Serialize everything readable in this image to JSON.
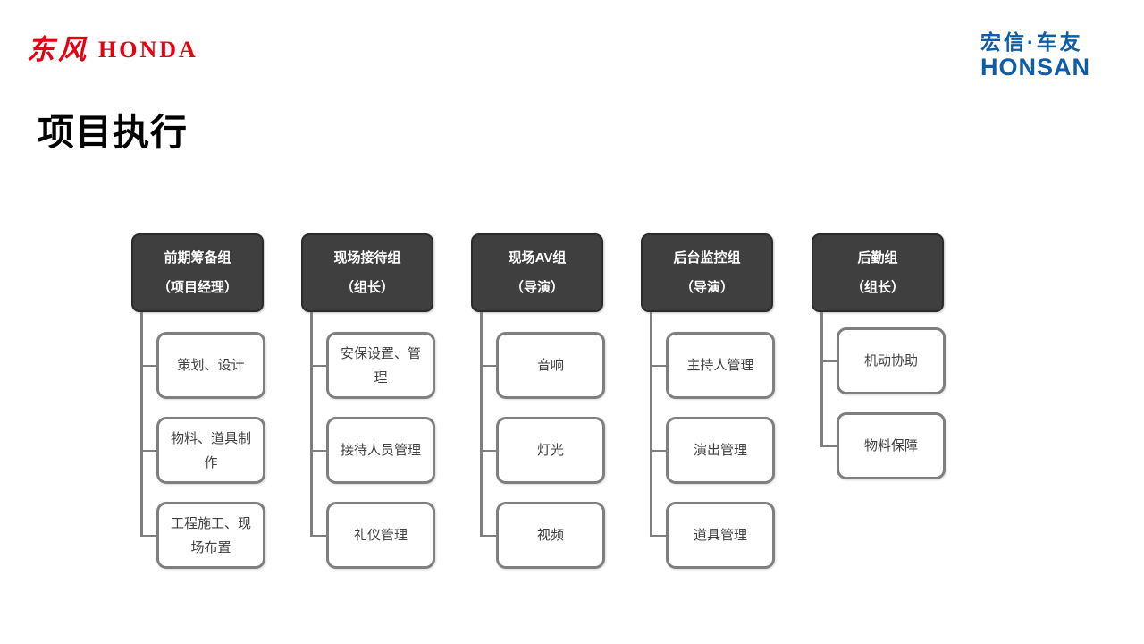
{
  "logos": {
    "dongfeng_honda": {
      "script": "东风",
      "brand": "HONDA",
      "color": "#e60012"
    },
    "honsan": {
      "chinese": "宏信·车友",
      "brand": "HONSAN",
      "color": "#0e5da9"
    }
  },
  "title": "项目执行",
  "org_chart": {
    "colors": {
      "header_bg": "#3f3f3f",
      "header_text": "#ffffff",
      "child_bg": "#ffffff",
      "child_border": "#7f7f7f",
      "child_text": "#404040",
      "connector": "#7f7f7f"
    },
    "columns": [
      {
        "header_line1": "前期筹备组",
        "header_line2": "（项目经理）",
        "children": [
          "策划、设计",
          "物料、道具制\n作",
          "工程施工、现\n场布置"
        ]
      },
      {
        "header_line1": "现场接待组",
        "header_line2": "（组长）",
        "children": [
          "安保设置、管\n理",
          "接待人员管理",
          "礼仪管理"
        ]
      },
      {
        "header_line1": "现场AV组",
        "header_line2": "（导演）",
        "children": [
          "音响",
          "灯光",
          "视频"
        ]
      },
      {
        "header_line1": "后台监控组",
        "header_line2": "（导演）",
        "children": [
          "主持人管理",
          "演出管理",
          "道具管理"
        ]
      },
      {
        "header_line1": "后勤组",
        "header_line2": "（组长）",
        "children": [
          "机动协助",
          "物料保障"
        ]
      }
    ]
  }
}
